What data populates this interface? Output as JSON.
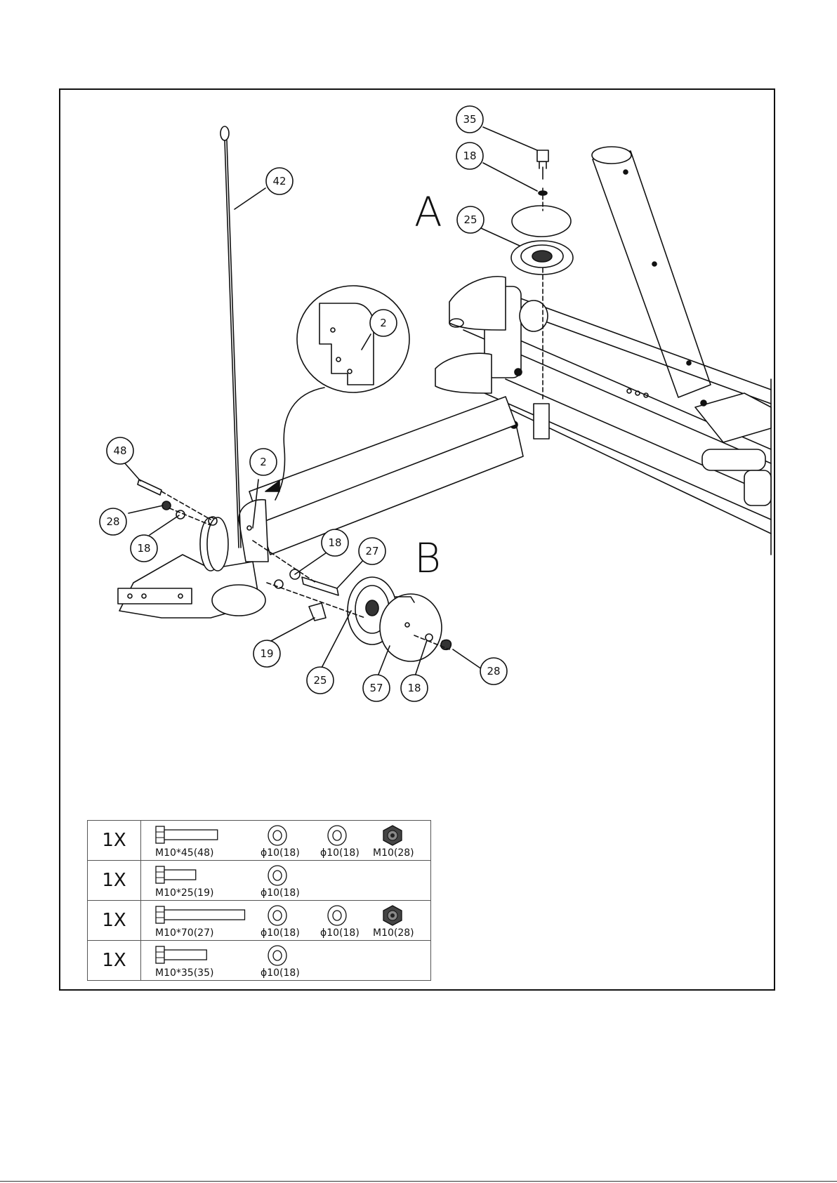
{
  "view_labels": {
    "a": "A",
    "b": "B"
  },
  "callouts": {
    "c35": "35",
    "c18a": "18",
    "c25a": "25",
    "c42": "42",
    "c2detail": "2",
    "c48": "48",
    "c28a": "28",
    "c18b": "18",
    "c2": "2",
    "c18c": "18",
    "c27": "27",
    "c19": "19",
    "c25b": "25",
    "c57": "57",
    "c18d": "18",
    "c28b": "28"
  },
  "hardware": [
    {
      "qty": "1X",
      "items": [
        {
          "icon": "bolt-icon",
          "label": "M10*45(48)"
        },
        {
          "icon": "washer-icon",
          "label": "ϕ10(18)"
        },
        {
          "icon": "washer-icon",
          "label": "ϕ10(18)"
        },
        {
          "icon": "nut-icon",
          "label": "M10(28)"
        }
      ]
    },
    {
      "qty": "1X",
      "items": [
        {
          "icon": "bolt-icon",
          "label": "M10*25(19)"
        },
        {
          "icon": "washer-icon",
          "label": "ϕ10(18)"
        }
      ]
    },
    {
      "qty": "1X",
      "items": [
        {
          "icon": "bolt-icon",
          "label": "M10*70(27)"
        },
        {
          "icon": "washer-icon",
          "label": "ϕ10(18)"
        },
        {
          "icon": "washer-icon",
          "label": "ϕ10(18)"
        },
        {
          "icon": "nut-icon",
          "label": "M10(28)"
        }
      ]
    },
    {
      "qty": "1X",
      "items": [
        {
          "icon": "bolt-icon",
          "label": "M10*35(35)"
        },
        {
          "icon": "washer-icon",
          "label": "ϕ10(18)"
        }
      ]
    }
  ]
}
